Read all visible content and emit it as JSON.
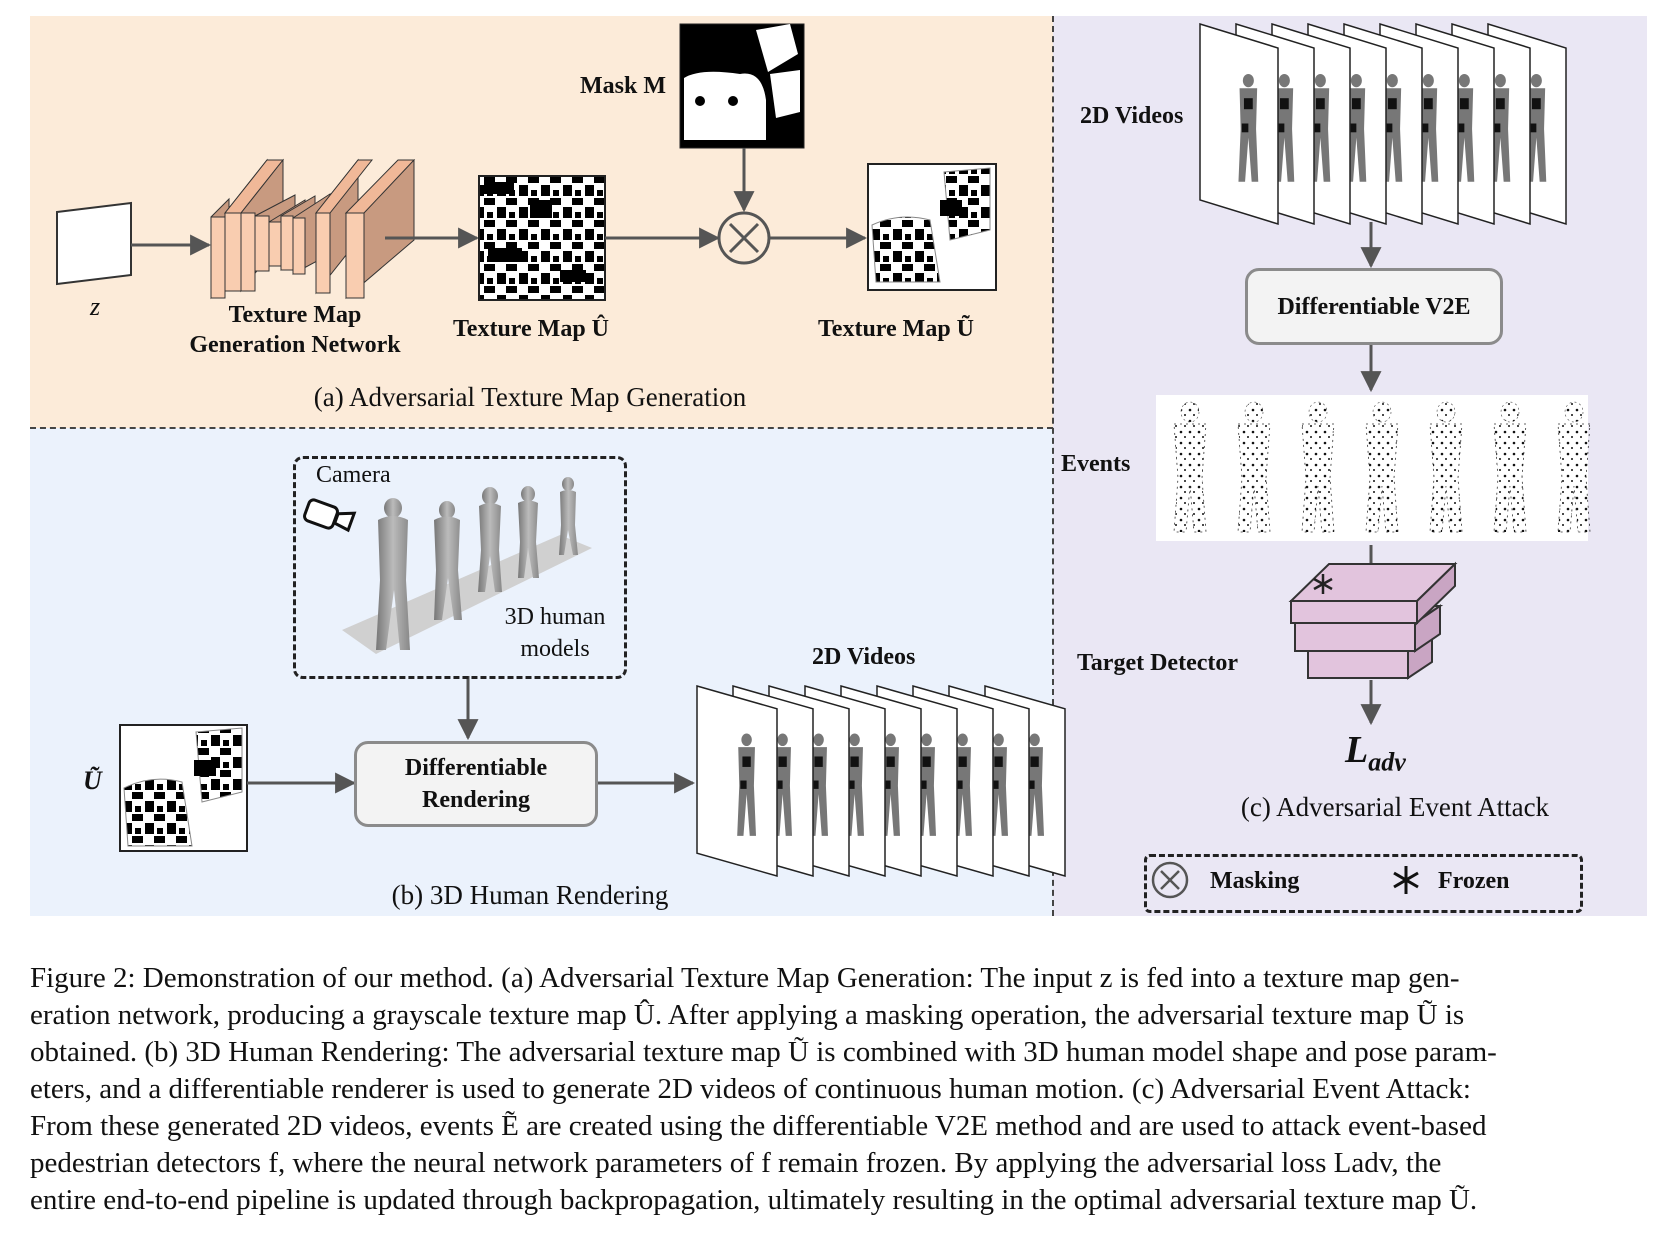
{
  "panel_a": {
    "z_label": "z",
    "network_label_line1": "Texture Map",
    "network_label_line2": "Generation Network",
    "texture_hat_label": "Texture Map Û",
    "mask_label": "Mask M",
    "texture_tilde_label": "Texture Map  Ũ",
    "subtitle": "(a) Adversarial Texture Map Generation"
  },
  "panel_b": {
    "camera_label": "Camera",
    "models_label_line1": "3D human",
    "models_label_line2": "models",
    "input_label": "Ũ",
    "render_line1": "Differentiable",
    "render_line2": "Rendering",
    "videos_label": "2D Videos",
    "subtitle": "(b) 3D Human Rendering"
  },
  "panel_c": {
    "videos_label": "2D Videos",
    "v2e_label": "Differentiable V2E",
    "events_label": "Events",
    "detector_label": "Target Detector",
    "loss_main": "L",
    "loss_sub": "adv",
    "subtitle": "(c) Adversarial Event Attack",
    "legend_masking": "Masking",
    "legend_frozen": "Frozen"
  },
  "caption": {
    "line1": "Figure 2: Demonstration of our method. (a) Adversarial Texture Map Generation: The input z is fed into a texture map gen-",
    "line2": "eration network, producing a grayscale texture map Û. After applying a masking operation, the adversarial texture map Ũ is",
    "line3": "obtained. (b) 3D Human Rendering: The adversarial texture map Ũ is combined with 3D human model shape and pose param-",
    "line4": "eters, and a differentiable renderer is used to generate 2D videos of continuous human motion. (c) Adversarial Event Attack:",
    "line5": "From these generated 2D videos, events Ẽ are created using the differentiable V2E method and are used to attack event-based",
    "line6": "pedestrian detectors f, where the neural network parameters of f remain frozen. By applying the adversarial loss Ladv, the",
    "line7": "entire end-to-end pipeline is updated through backpropagation, ultimately resulting in the optimal adversarial texture map Ũ."
  },
  "colors": {
    "panel_a_bg": "#fcebd9",
    "panel_b_bg": "#ebf2fc",
    "panel_c_bg": "#eae7f4",
    "network_light": "#f9cdb0",
    "network_dark": "#c89a80",
    "detector": "#e2c4dd",
    "arrow": "#555555"
  }
}
